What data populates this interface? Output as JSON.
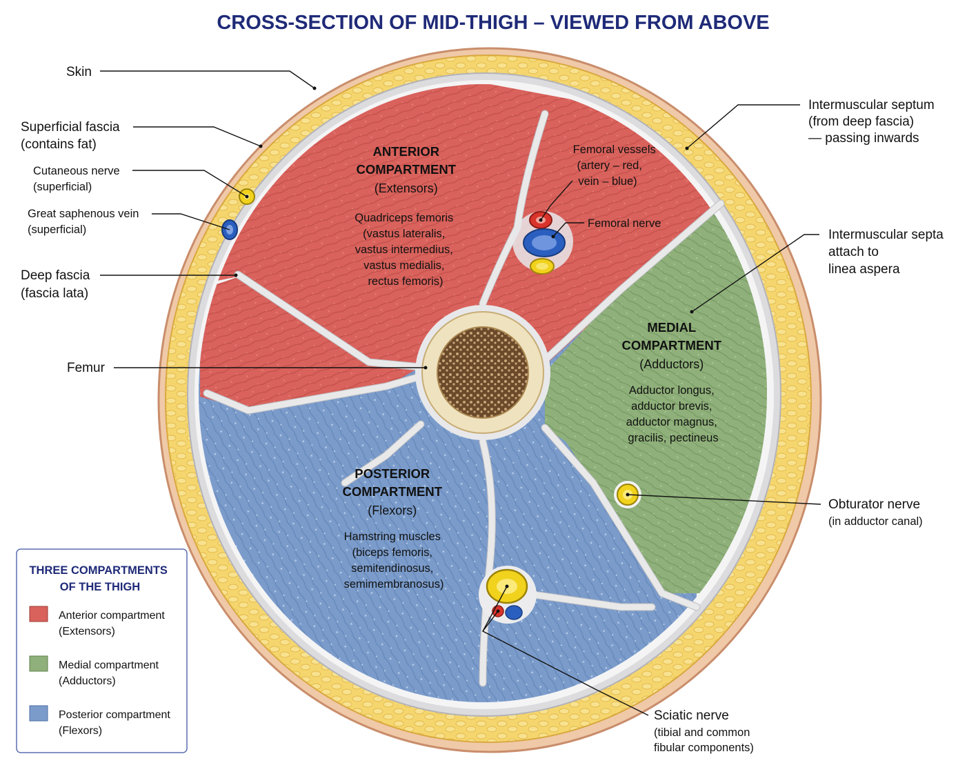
{
  "title": "CROSS-SECTION OF MID-THIGH – VIEWED FROM ABOVE",
  "colors": {
    "anterior": "#d9625c",
    "medial": "#8fb07a",
    "posterior": "#7b9ccb",
    "fat": "#f2d06b",
    "skin": "#efc9a8",
    "nerve": "#f1d21c",
    "artery": "#d9342b",
    "vein": "#2b5fbf",
    "title": "#1f2a78"
  },
  "labels": {
    "skin": "Skin",
    "superficial_fascia": [
      "Superficial fascia",
      "(contains fat)"
    ],
    "cutaneous_nerve": [
      "Cutaneous nerve",
      "(superficial)"
    ],
    "saphenous_vein": [
      "Great saphenous vein",
      "(superficial)"
    ],
    "deep_fascia": [
      "Deep fascia",
      "(fascia lata)"
    ],
    "femur": "Femur",
    "intermuscular_septum": [
      "Intermuscular septum",
      "(from deep fascia)",
      "— passing inwards"
    ],
    "septa_attach": [
      "Intermuscular septa",
      "attach to",
      "linea aspera"
    ],
    "obturator_nerve": [
      "Obturator nerve",
      "(in adductor canal)"
    ],
    "sciatic_nerve": [
      "Sciatic nerve",
      "(tibial and common",
      "fibular components)"
    ],
    "femoral_vessels": [
      "Femoral vessels",
      "(artery – red,",
      "vein – blue)"
    ],
    "femoral_nerve": "Femoral nerve"
  },
  "compartments": {
    "anterior": {
      "heading": [
        "ANTERIOR",
        "COMPARTMENT"
      ],
      "sub": "(Extensors)",
      "body": [
        "Quadriceps femoris",
        "(vastus lateralis,",
        "vastus intermedius,",
        "vastus medialis,",
        "rectus femoris)"
      ]
    },
    "medial": {
      "heading": [
        "MEDIAL",
        "COMPARTMENT"
      ],
      "sub": "(Adductors)",
      "body": [
        "Adductor longus,",
        "adductor brevis,",
        "adductor magnus,",
        "gracilis, pectineus"
      ]
    },
    "posterior": {
      "heading": [
        "POSTERIOR",
        "COMPARTMENT"
      ],
      "sub": "(Flexors)",
      "body": [
        "Hamstring muscles",
        "(biceps femoris,",
        "semitendinosus,",
        "semimembranosus)"
      ]
    }
  },
  "legend": {
    "title": [
      "THREE COMPARTMENTS",
      "OF THE THIGH"
    ],
    "items": [
      {
        "lines": [
          "Anterior compartment",
          "(Extensors)"
        ],
        "color": "#d9625c"
      },
      {
        "lines": [
          "Medial compartment",
          "(Adductors)"
        ],
        "color": "#8fb07a"
      },
      {
        "lines": [
          "Posterior compartment",
          "(Flexors)"
        ],
        "color": "#7b9ccb"
      }
    ]
  }
}
